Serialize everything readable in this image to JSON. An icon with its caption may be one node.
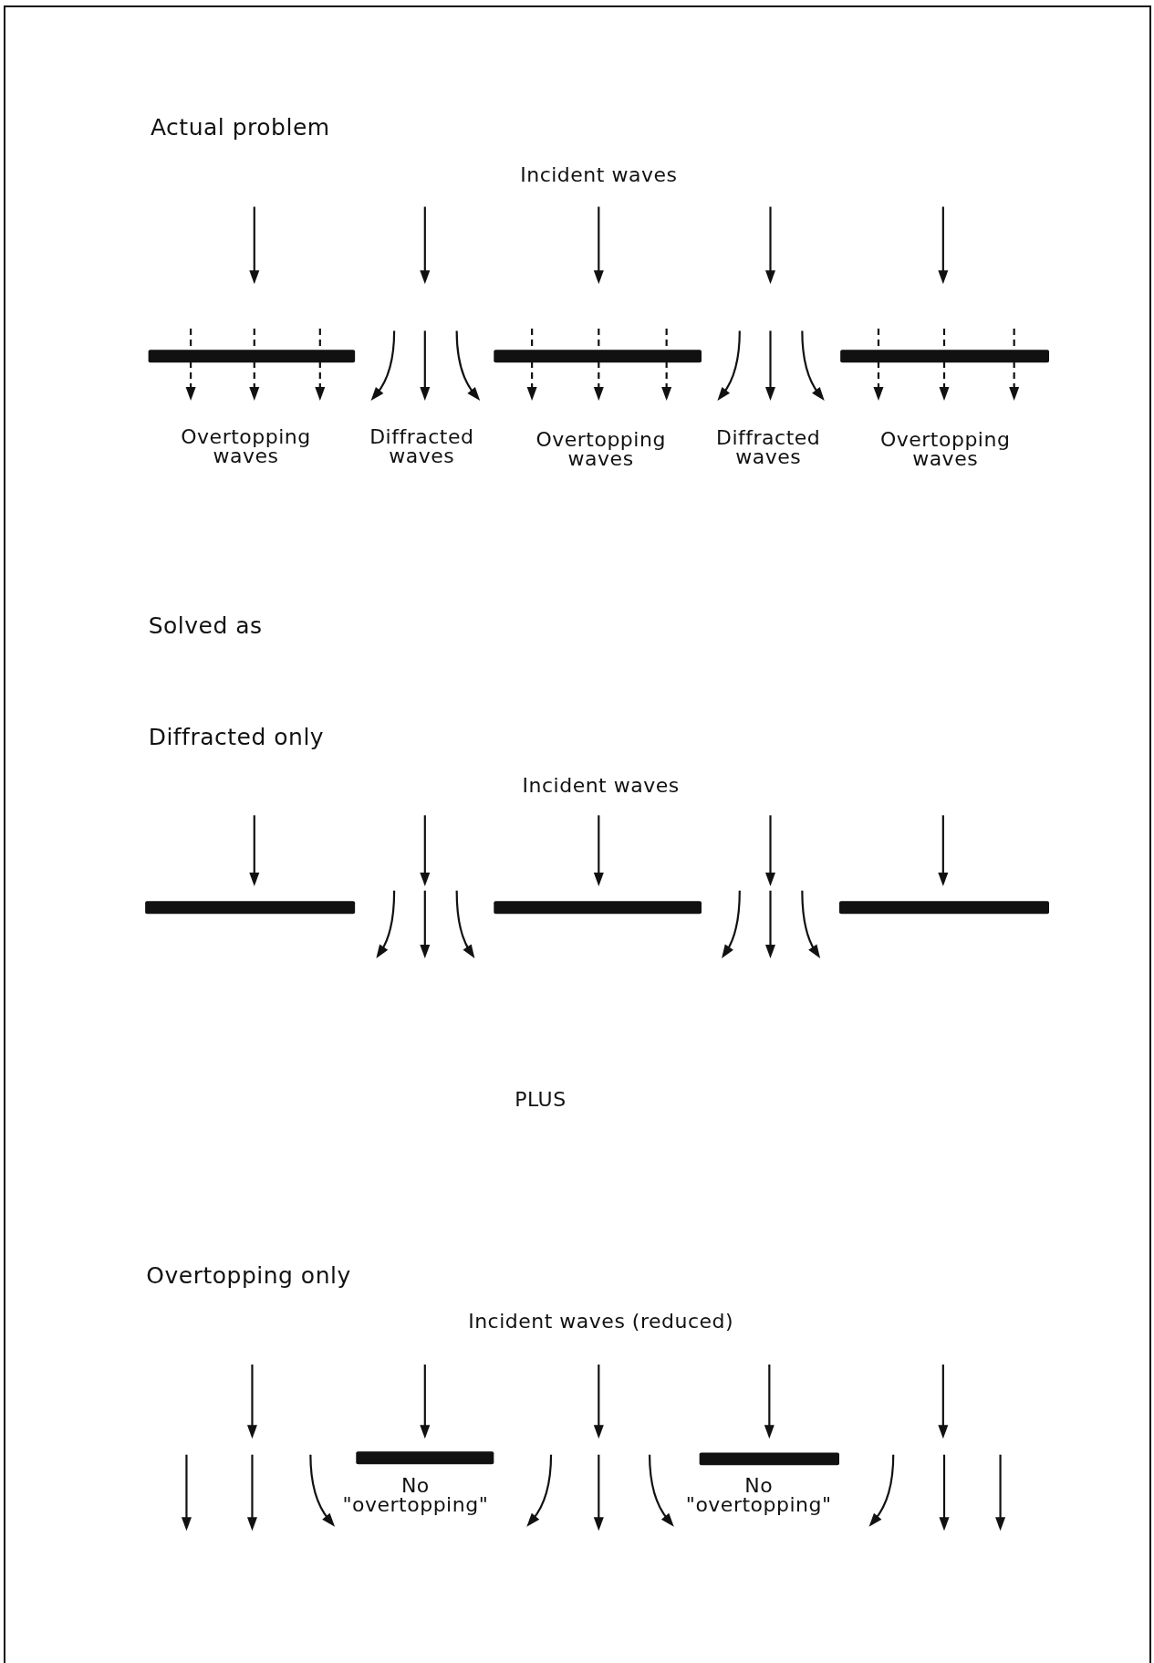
{
  "diagram": {
    "labels": [
      "Actual problem",
      "Incident waves",
      "Overtopping waves",
      "Diffracted waves",
      "Overtopping waves",
      "Diffracted waves",
      "Overtopping waves",
      "Solved as",
      "Diffracted only",
      "Incident waves",
      "PLUS",
      "Overtopping only",
      "Incident waves (reduced)",
      "No \"overtopping\"",
      "No \"overtopping\""
    ]
  }
}
